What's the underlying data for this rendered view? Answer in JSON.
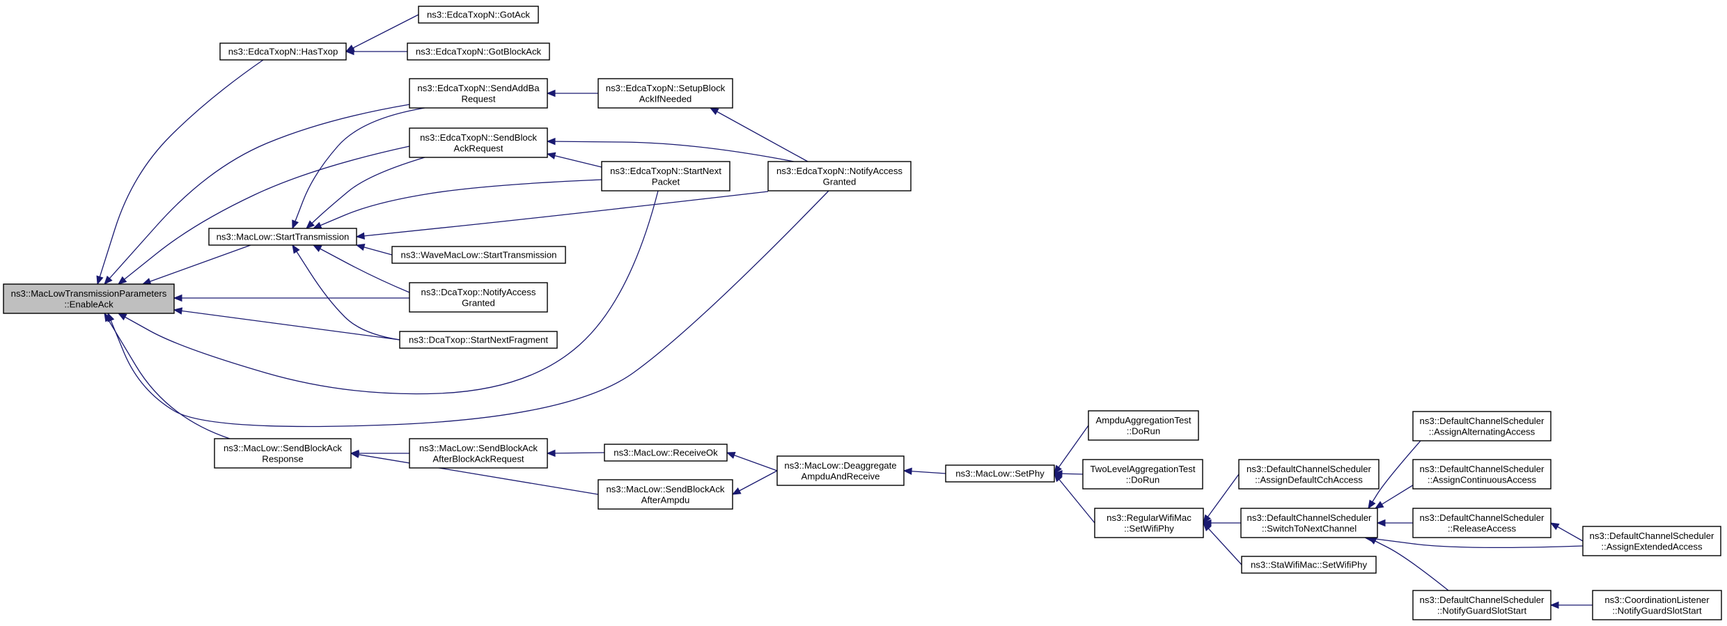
{
  "graph": {
    "colors": {
      "edge": "#191970",
      "node_border": "#000000",
      "root_fill": "#bfbfbf",
      "node_fill": "#ffffff"
    },
    "nodes": {
      "root": {
        "lines": [
          "ns3::MacLowTransmissionParameters",
          "::EnableAck"
        ]
      },
      "hasTxop": {
        "lines": [
          "ns3::EdcaTxopN::HasTxop"
        ]
      },
      "gotAck": {
        "lines": [
          "ns3::EdcaTxopN::GotAck"
        ]
      },
      "gotBlockAck": {
        "lines": [
          "ns3::EdcaTxopN::GotBlockAck"
        ]
      },
      "sendAddBa": {
        "lines": [
          "ns3::EdcaTxopN::SendAddBa",
          "Request"
        ]
      },
      "setupBlockAck": {
        "lines": [
          "ns3::EdcaTxopN::SetupBlock",
          "AckIfNeeded"
        ]
      },
      "sendBlockAckReq": {
        "lines": [
          "ns3::EdcaTxopN::SendBlock",
          "AckRequest"
        ]
      },
      "startNextPacket": {
        "lines": [
          "ns3::EdcaTxopN::StartNext",
          "Packet"
        ]
      },
      "notifyAccessEdca": {
        "lines": [
          "ns3::EdcaTxopN::NotifyAccess",
          "Granted"
        ]
      },
      "startTransmission": {
        "lines": [
          "ns3::MacLow::StartTransmission"
        ]
      },
      "waveStartTx": {
        "lines": [
          "ns3::WaveMacLow::StartTransmission"
        ]
      },
      "dcaNotifyAccess": {
        "lines": [
          "ns3::DcaTxop::NotifyAccess",
          "Granted"
        ]
      },
      "dcaStartNextFrag": {
        "lines": [
          "ns3::DcaTxop::StartNextFragment"
        ]
      },
      "sendBlockAckResp": {
        "lines": [
          "ns3::MacLow::SendBlockAck",
          "Response"
        ]
      },
      "sendBlockAckAfterReq": {
        "lines": [
          "ns3::MacLow::SendBlockAck",
          "AfterBlockAckRequest"
        ]
      },
      "receiveOk": {
        "lines": [
          "ns3::MacLow::ReceiveOk"
        ]
      },
      "sendBlockAckAfterAmpdu": {
        "lines": [
          "ns3::MacLow::SendBlockAck",
          "AfterAmpdu"
        ]
      },
      "deaggregate": {
        "lines": [
          "ns3::MacLow::Deaggregate",
          "AmpduAndReceive"
        ]
      },
      "setPhy": {
        "lines": [
          "ns3::MacLow::SetPhy"
        ]
      },
      "ampduTest": {
        "lines": [
          "AmpduAggregationTest",
          "::DoRun"
        ]
      },
      "twoLevelTest": {
        "lines": [
          "TwoLevelAggregationTest",
          "::DoRun"
        ]
      },
      "regularSetWifiPhy": {
        "lines": [
          "ns3::RegularWifiMac",
          "::SetWifiPhy"
        ]
      },
      "staSetWifiPhy": {
        "lines": [
          "ns3::StaWifiMac::SetWifiPhy"
        ]
      },
      "assignDefaultCch": {
        "lines": [
          "ns3::DefaultChannelScheduler",
          "::AssignDefaultCchAccess"
        ]
      },
      "switchToNext": {
        "lines": [
          "ns3::DefaultChannelScheduler",
          "::SwitchToNextChannel"
        ]
      },
      "assignAlternating": {
        "lines": [
          "ns3::DefaultChannelScheduler",
          "::AssignAlternatingAccess"
        ]
      },
      "assignContinuous": {
        "lines": [
          "ns3::DefaultChannelScheduler",
          "::AssignContinuousAccess"
        ]
      },
      "releaseAccess": {
        "lines": [
          "ns3::DefaultChannelScheduler",
          "::ReleaseAccess"
        ]
      },
      "assignExtended": {
        "lines": [
          "ns3::DefaultChannelScheduler",
          "::AssignExtendedAccess"
        ]
      },
      "notifyGuardSlot": {
        "lines": [
          "ns3::DefaultChannelScheduler",
          "::NotifyGuardSlotStart"
        ]
      },
      "coordListener": {
        "lines": [
          "ns3::CoordinationListener",
          "::NotifyGuardSlotStart"
        ]
      }
    },
    "edges": [
      {
        "from": "hasTxop",
        "to": "root"
      },
      {
        "from": "gotAck",
        "to": "hasTxop"
      },
      {
        "from": "gotBlockAck",
        "to": "hasTxop"
      },
      {
        "from": "sendAddBa",
        "to": "root"
      },
      {
        "from": "setupBlockAck",
        "to": "sendAddBa"
      },
      {
        "from": "notifyAccessEdca",
        "to": "setupBlockAck"
      },
      {
        "from": "sendBlockAckReq",
        "to": "root"
      },
      {
        "from": "startNextPacket",
        "to": "sendBlockAckReq"
      },
      {
        "from": "notifyAccessEdca",
        "to": "sendBlockAckReq"
      },
      {
        "from": "startTransmission",
        "to": "root"
      },
      {
        "from": "sendAddBa",
        "to": "startTransmission"
      },
      {
        "from": "sendBlockAckReq",
        "to": "startTransmission"
      },
      {
        "from": "startNextPacket",
        "to": "startTransmission"
      },
      {
        "from": "notifyAccessEdca",
        "to": "startTransmission"
      },
      {
        "from": "waveStartTx",
        "to": "startTransmission"
      },
      {
        "from": "dcaNotifyAccess",
        "to": "startTransmission"
      },
      {
        "from": "dcaStartNextFrag",
        "to": "startTransmission"
      },
      {
        "from": "dcaNotifyAccess",
        "to": "root"
      },
      {
        "from": "dcaStartNextFrag",
        "to": "root"
      },
      {
        "from": "startNextPacket",
        "to": "root"
      },
      {
        "from": "notifyAccessEdca",
        "to": "root"
      },
      {
        "from": "sendBlockAckResp",
        "to": "root"
      },
      {
        "from": "sendBlockAckAfterReq",
        "to": "sendBlockAckResp"
      },
      {
        "from": "sendBlockAckAfterAmpdu",
        "to": "sendBlockAckResp"
      },
      {
        "from": "receiveOk",
        "to": "sendBlockAckAfterReq"
      },
      {
        "from": "deaggregate",
        "to": "receiveOk"
      },
      {
        "from": "deaggregate",
        "to": "sendBlockAckAfterAmpdu"
      },
      {
        "from": "setPhy",
        "to": "deaggregate"
      },
      {
        "from": "ampduTest",
        "to": "setPhy"
      },
      {
        "from": "twoLevelTest",
        "to": "setPhy"
      },
      {
        "from": "regularSetWifiPhy",
        "to": "setPhy"
      },
      {
        "from": "assignDefaultCch",
        "to": "regularSetWifiPhy"
      },
      {
        "from": "switchToNext",
        "to": "regularSetWifiPhy"
      },
      {
        "from": "staSetWifiPhy",
        "to": "regularSetWifiPhy"
      },
      {
        "from": "assignAlternating",
        "to": "switchToNext"
      },
      {
        "from": "assignContinuous",
        "to": "switchToNext"
      },
      {
        "from": "releaseAccess",
        "to": "switchToNext"
      },
      {
        "from": "assignExtended",
        "to": "switchToNext"
      },
      {
        "from": "notifyGuardSlot",
        "to": "switchToNext"
      },
      {
        "from": "assignExtended",
        "to": "releaseAccess"
      },
      {
        "from": "coordListener",
        "to": "notifyGuardSlot"
      }
    ]
  }
}
